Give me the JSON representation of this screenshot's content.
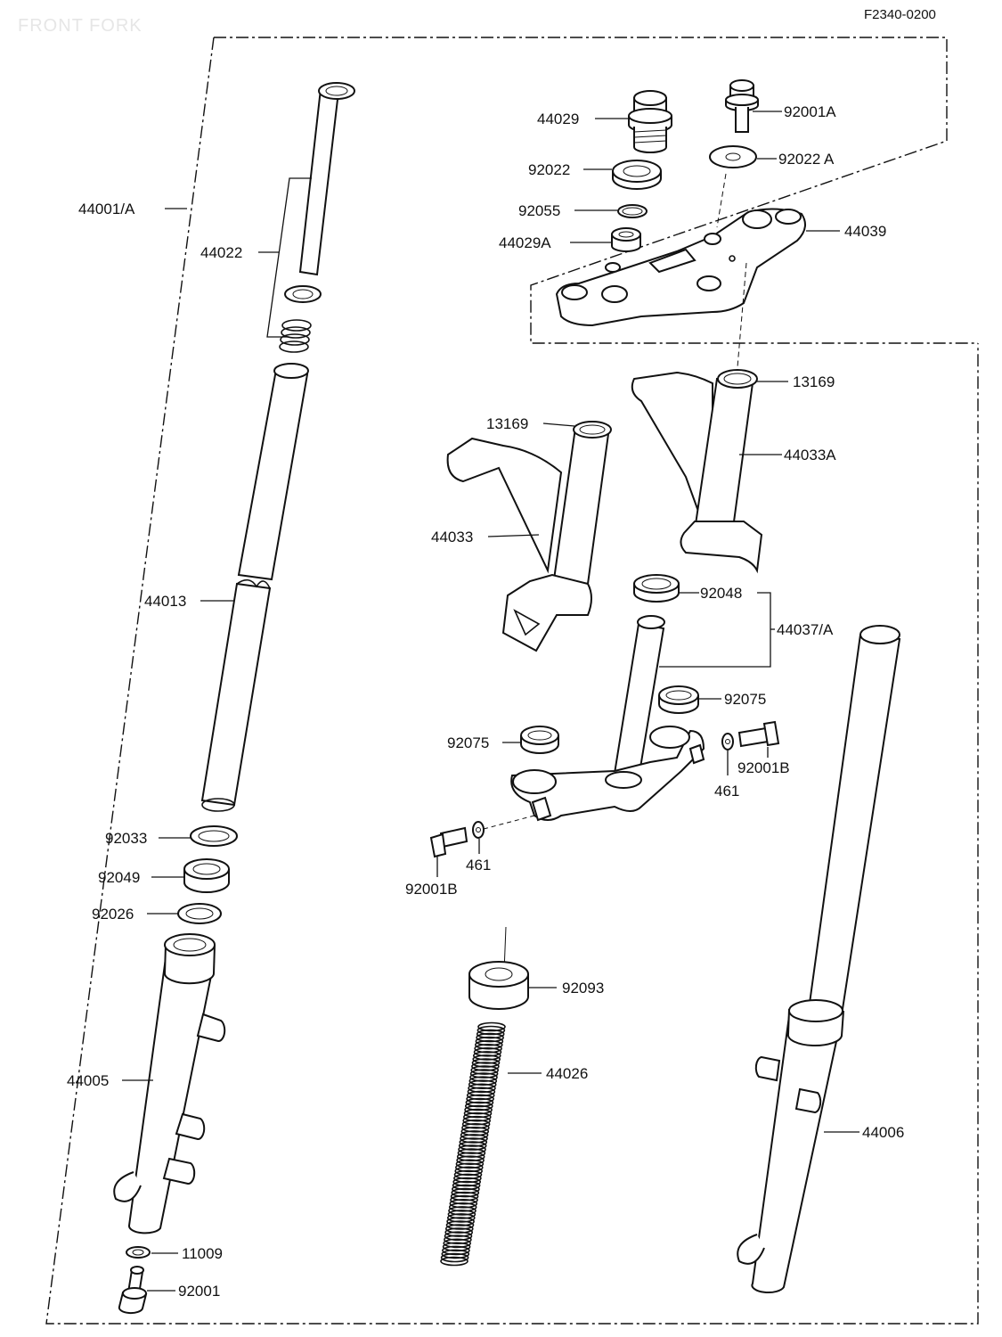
{
  "diagram": {
    "title": "FRONT FORK",
    "code": "F2340-0200",
    "labels": {
      "l44001a": "44001/A",
      "l44022": "44022",
      "l44013": "44013",
      "l92033": "92033",
      "l92049": "92049",
      "l92026": "92026",
      "l44005": "44005",
      "l11009": "11009",
      "l92001": "92001",
      "l44029": "44029",
      "l92022": "92022",
      "l92055": "92055",
      "l44029a": "44029A",
      "l92001a": "92001A",
      "l92022a": "92022 A",
      "l44039": "44039",
      "l13169r": "13169",
      "l13169l": "13169",
      "l44033a": "44033A",
      "l44033": "44033",
      "l92048": "92048",
      "l44037a": "44037/A",
      "l92075r": "92075",
      "l92075l": "92075",
      "l92001br": "92001B",
      "l461r": "461",
      "l461l": "461",
      "l92001bl": "92001B",
      "l92093": "92093",
      "l44026": "44026",
      "l44006": "44006"
    }
  }
}
